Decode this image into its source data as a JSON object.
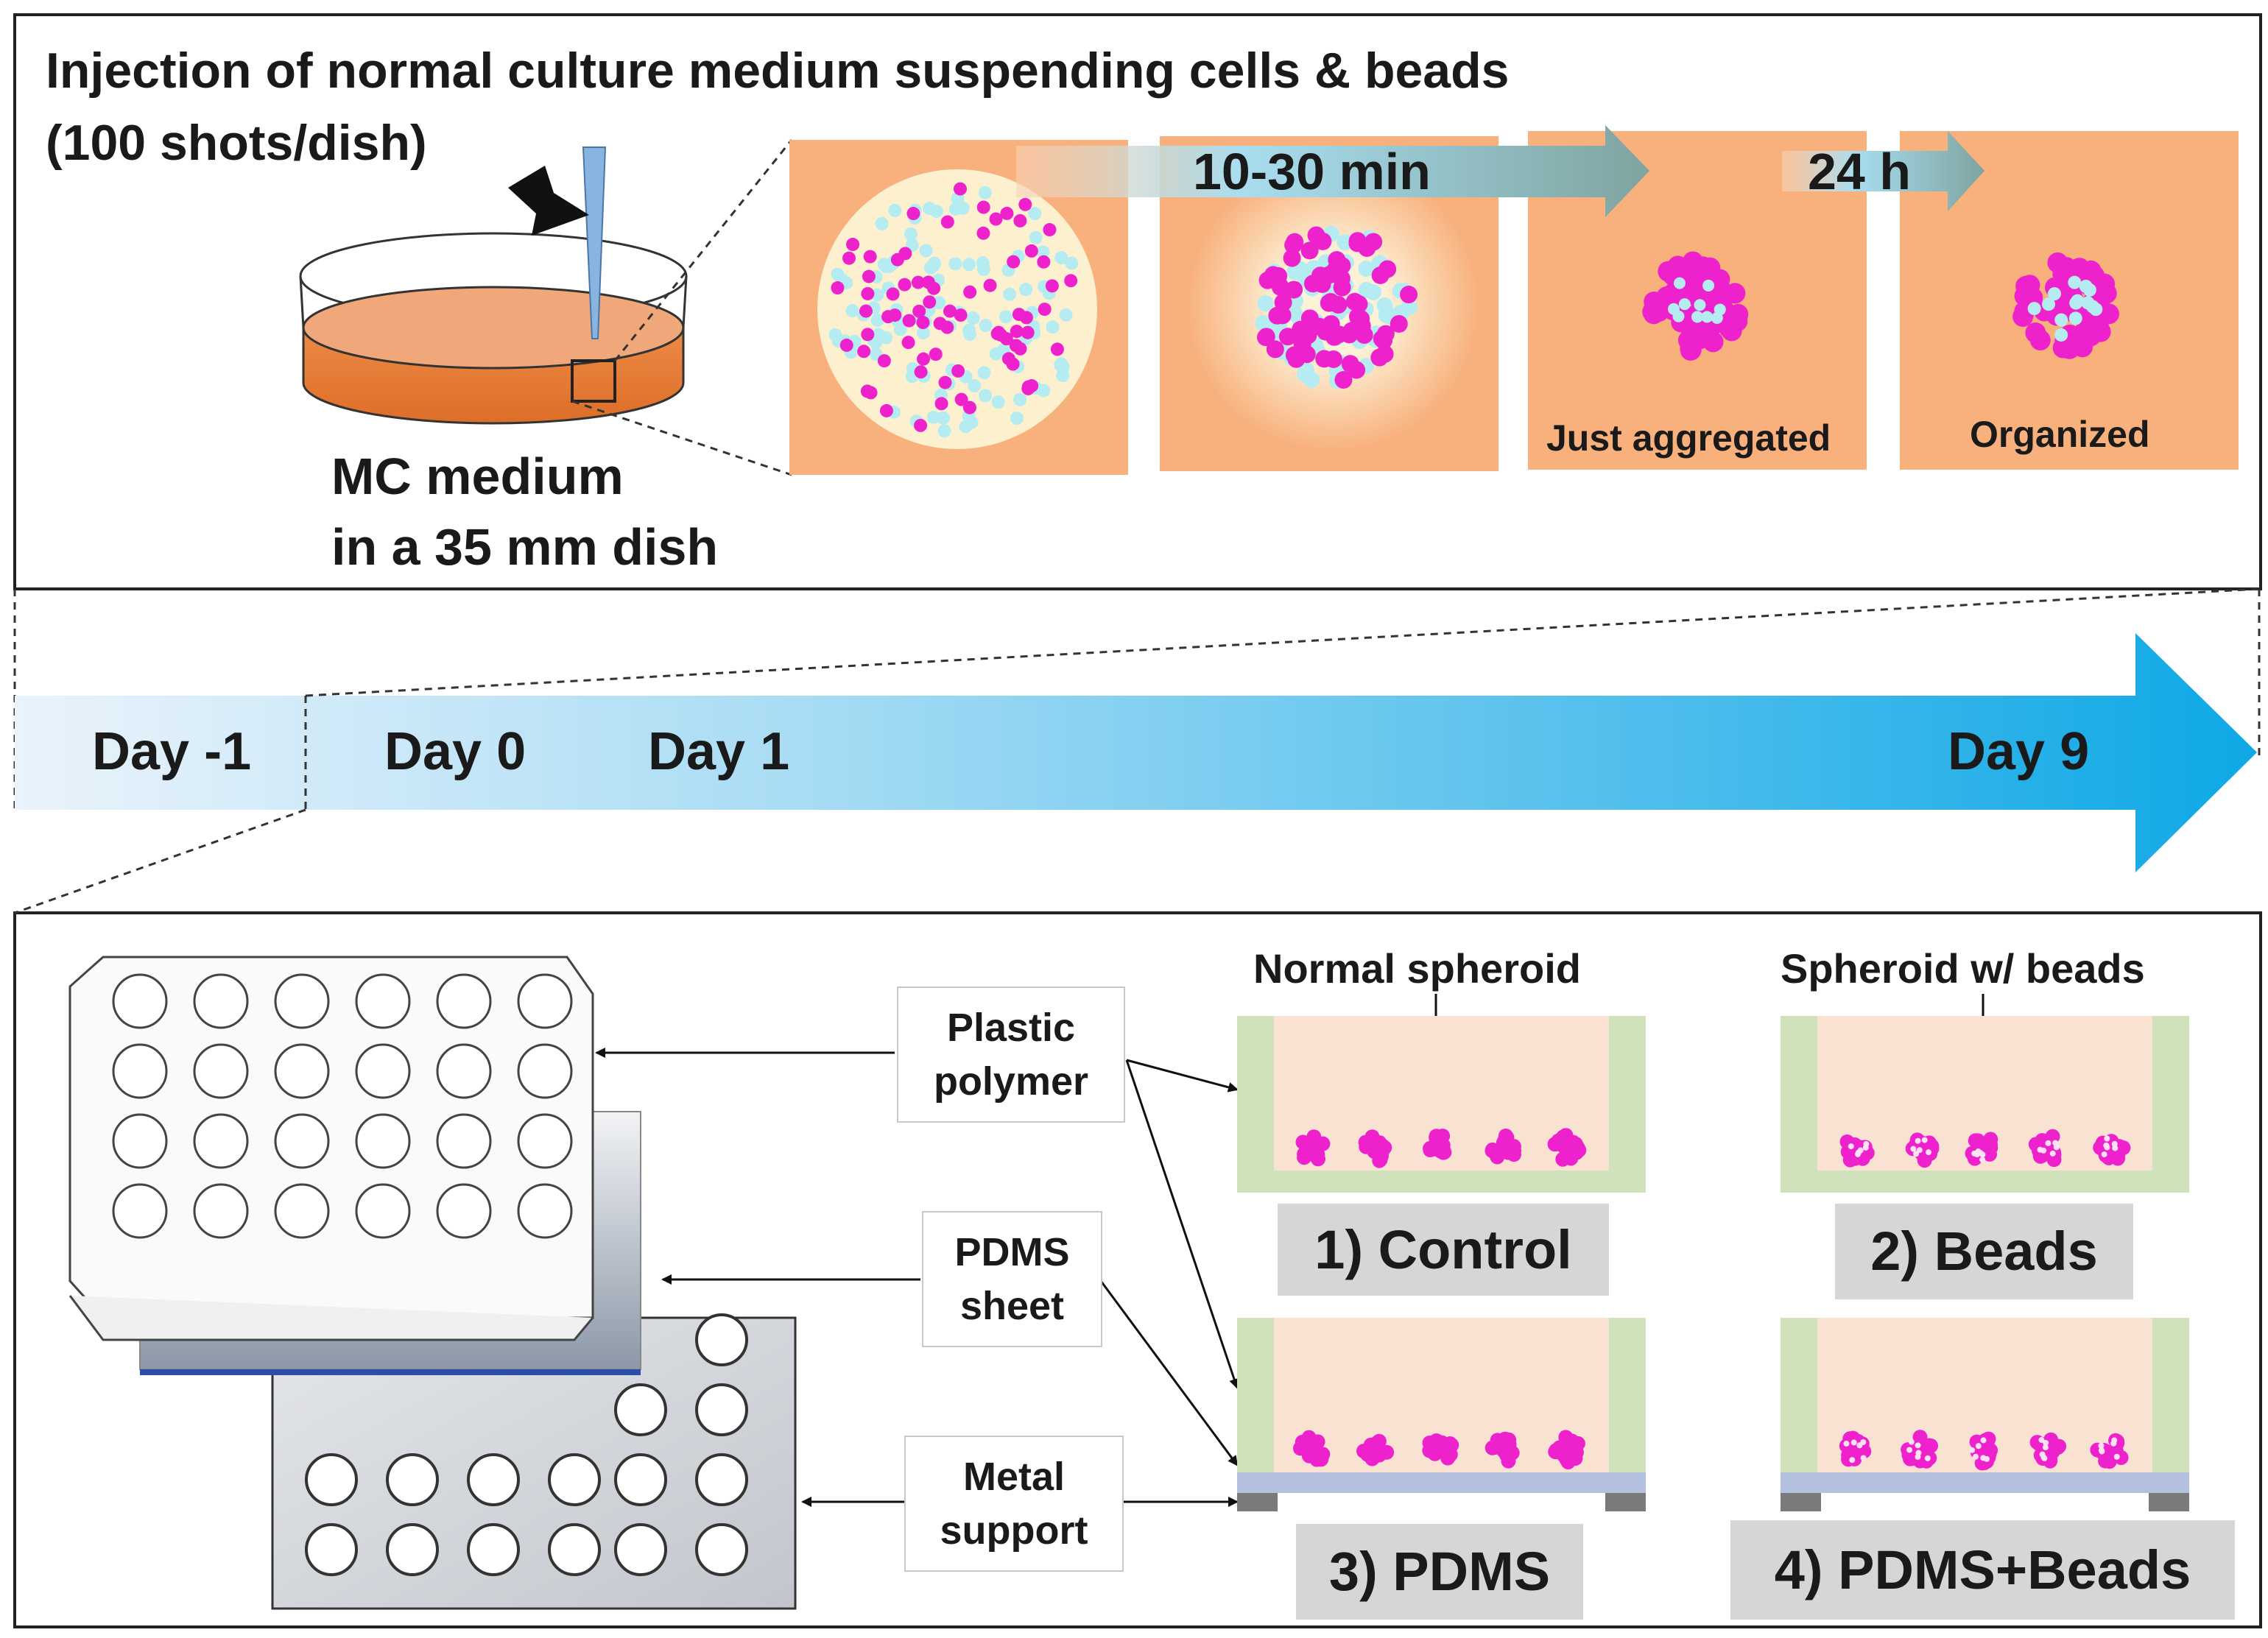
{
  "top_panel": {
    "injection_title": "Injection of normal culture medium suspending cells & beads",
    "shots": "(100 shots/dish)",
    "dish_label_line1": "MC medium",
    "dish_label_line2": "in a 35 mm dish",
    "time_step_1": "10-30 min",
    "time_step_2": "24 h",
    "stage_3_label": "Just aggregated",
    "stage_4_label": "Organized"
  },
  "timeline": {
    "day_minus1": "Day -1",
    "day_0": "Day 0",
    "day_1": "Day 1",
    "day_9": "Day 9"
  },
  "bottom_panel": {
    "plastic_line1": "Plastic",
    "plastic_line2": "polymer",
    "pdms_line1": "PDMS",
    "pdms_line2": "sheet",
    "metal_line1": "Metal",
    "metal_line2": "support",
    "normal_spheroid": "Normal spheroid",
    "spheroid_beads": "Spheroid w/ beads",
    "cond_1": "1) Control",
    "cond_2": "2) Beads",
    "cond_3": "3) PDMS",
    "cond_4": "4) PDMS+Beads"
  },
  "colors": {
    "cell_magenta": "#ee22cc",
    "bead_cyan": "#b4ecf2",
    "stage_orange": "#f8b07c",
    "medium_orange": "#e8823a",
    "well_medium": "#f9e2d2",
    "well_wall_green": "#cfe2bc",
    "pdms_blue": "#b3c0e0",
    "metal_gray": "#7a7a7a",
    "timeline_cyan": "#12a9e6"
  }
}
